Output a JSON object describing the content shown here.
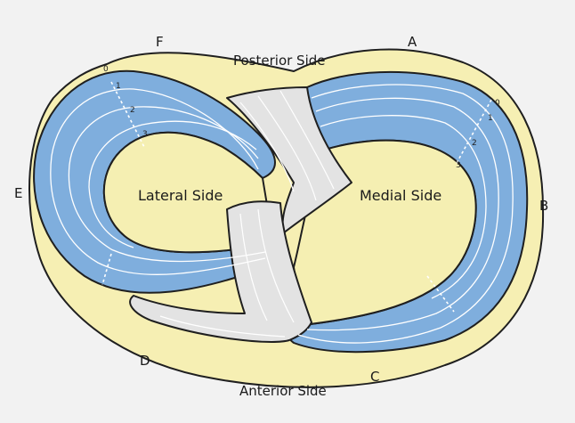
{
  "colors": {
    "background": "#f2f2f2",
    "outer_rim": "#f6efb3",
    "tibial_plateau": "#f5efb2",
    "meniscus": "#7faedd",
    "ligament": "#e3e3e3",
    "outline": "#1f1f1f"
  },
  "labels": {
    "posterior": "Posterior Side",
    "anterior": "Anterior Side",
    "lateral": "Lateral Side",
    "medial": "Medial Side"
  },
  "points": {
    "A": "A",
    "B": "B",
    "C": "C",
    "D": "D",
    "E": "E",
    "F": "F"
  },
  "zones": {
    "lateral": [
      "0",
      "1",
      "2",
      "3"
    ],
    "medial": [
      "0",
      "1",
      "2",
      "3"
    ]
  }
}
